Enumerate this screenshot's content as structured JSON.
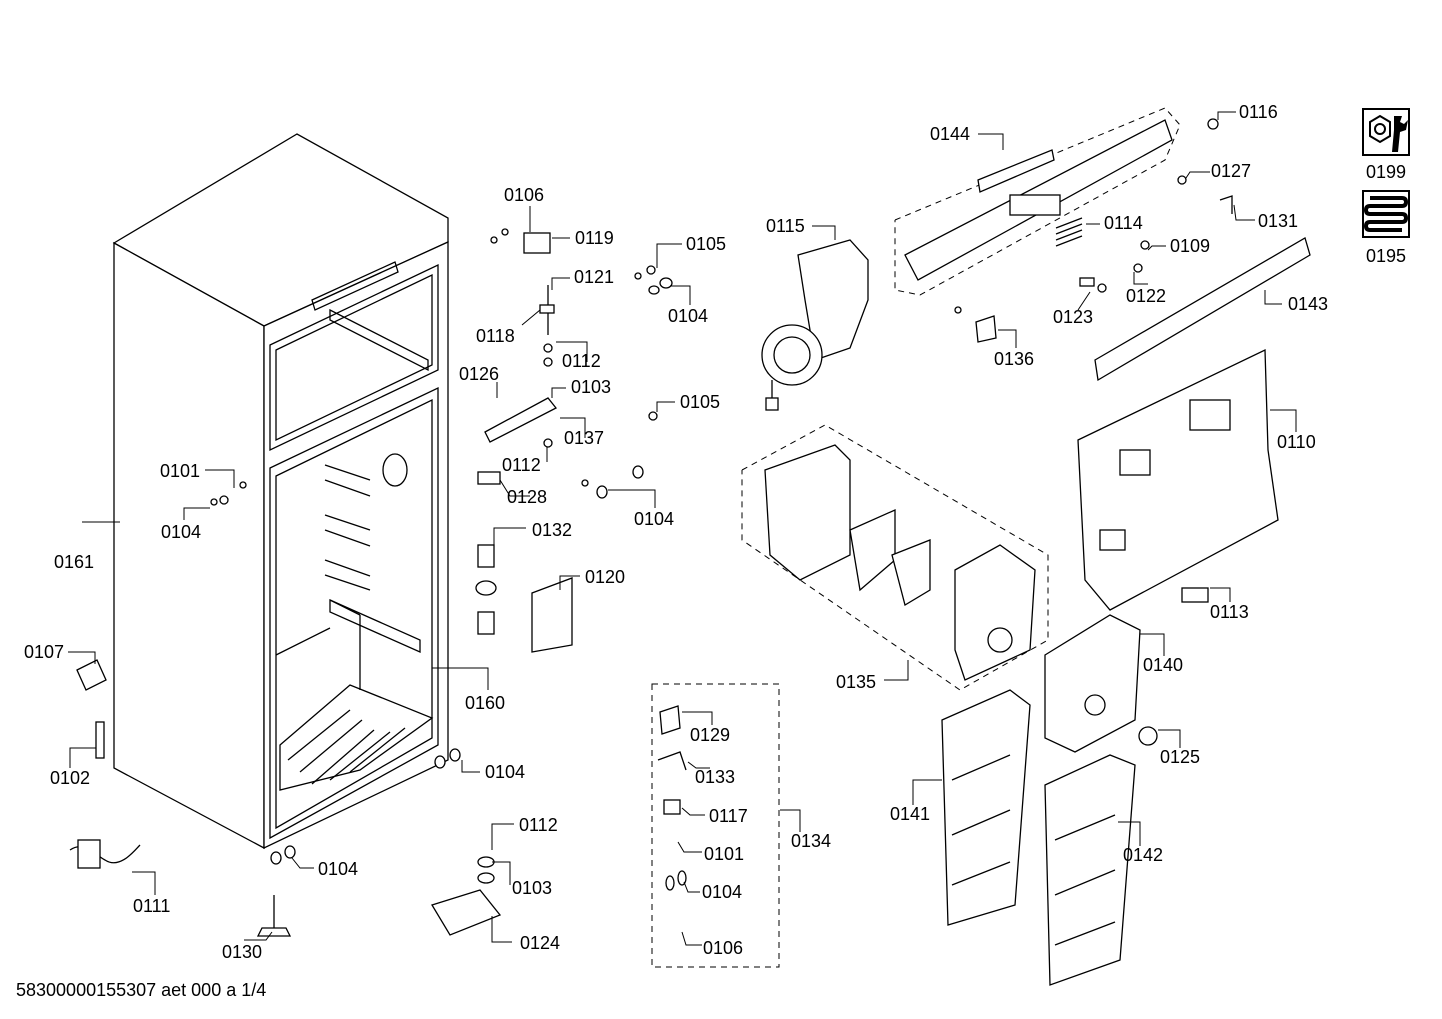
{
  "labels": {
    "l0106a": "0106",
    "l0119": "0119",
    "l0105a": "0105",
    "l0121": "0121",
    "l0104a": "0104",
    "l0118": "0118",
    "l0112a": "0112",
    "l0126": "0126",
    "l0103a": "0103",
    "l0105b": "0105",
    "l0137": "0137",
    "l0112b": "0112",
    "l0128": "0128",
    "l0104b": "0104",
    "l0132": "0132",
    "l0120": "0120",
    "l0101a": "0101",
    "l0104c": "0104",
    "l0161": "0161",
    "l0107": "0107",
    "l0160": "0160",
    "l0102": "0102",
    "l0104d": "0104",
    "l0104e": "0104",
    "l0111": "0111",
    "l0130": "0130",
    "l0112c": "0112",
    "l0103b": "0103",
    "l0124": "0124",
    "l0129": "0129",
    "l0133": "0133",
    "l0117": "0117",
    "l0134": "0134",
    "l0101b": "0101",
    "l0104f": "0104",
    "l0106b": "0106",
    "l0115": "0115",
    "l0144": "0144",
    "l0116": "0116",
    "l0127": "0127",
    "l0131": "0131",
    "l0114": "0114",
    "l0109": "0109",
    "l0122": "0122",
    "l0123": "0123",
    "l0143": "0143",
    "l0136": "0136",
    "l0110": "0110",
    "l0113": "0113",
    "l0135": "0135",
    "l0140": "0140",
    "l0125": "0125",
    "l0141": "0141",
    "l0142": "0142"
  },
  "legend": [
    {
      "icon": "wrench-nut-icon",
      "code": "0199"
    },
    {
      "icon": "coil-heater-icon",
      "code": "0195"
    }
  ],
  "footer": "58300000155307 aet 000 a 1/4"
}
